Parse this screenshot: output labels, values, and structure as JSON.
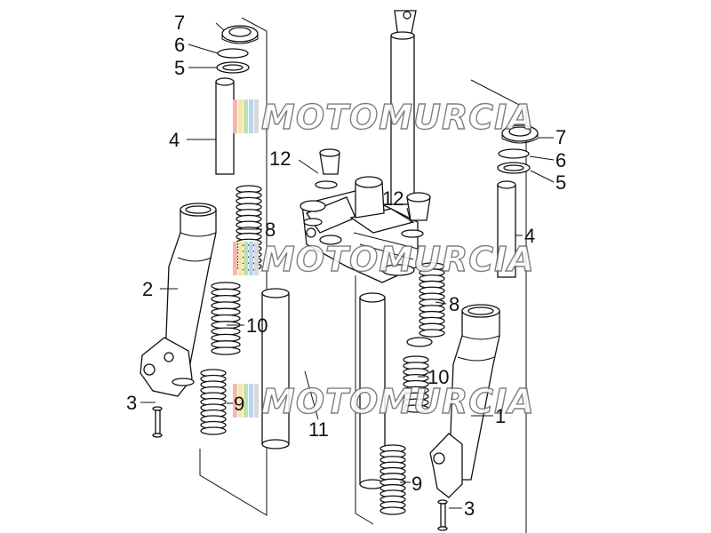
{
  "watermark": {
    "text": "MOTOMURCIA",
    "stripe_colors": [
      "#f2b7b7",
      "#f5e6a3",
      "#b9e3b5",
      "#b9d4ef",
      "#d9d9d9"
    ]
  },
  "callouts": [
    {
      "id": "c7-left",
      "label": "7"
    },
    {
      "id": "c6-left",
      "label": "6"
    },
    {
      "id": "c5-left",
      "label": "5"
    },
    {
      "id": "c4-left",
      "label": "4"
    },
    {
      "id": "c2-left",
      "label": "2"
    },
    {
      "id": "c3-left",
      "label": "3"
    },
    {
      "id": "c8-left",
      "label": "8"
    },
    {
      "id": "c10-left",
      "label": "10"
    },
    {
      "id": "c9-left",
      "label": "9"
    },
    {
      "id": "c11",
      "label": "11"
    },
    {
      "id": "c12-left",
      "label": "12"
    },
    {
      "id": "c12-right",
      "label": "12"
    },
    {
      "id": "c7-right",
      "label": "7"
    },
    {
      "id": "c6-right",
      "label": "6"
    },
    {
      "id": "c5-right",
      "label": "5"
    },
    {
      "id": "c4-right",
      "label": "4"
    },
    {
      "id": "c8-right",
      "label": "8"
    },
    {
      "id": "c10-right",
      "label": "10"
    },
    {
      "id": "c1",
      "label": "1"
    },
    {
      "id": "c9-right",
      "label": "9"
    },
    {
      "id": "c3-right",
      "label": "3"
    }
  ]
}
